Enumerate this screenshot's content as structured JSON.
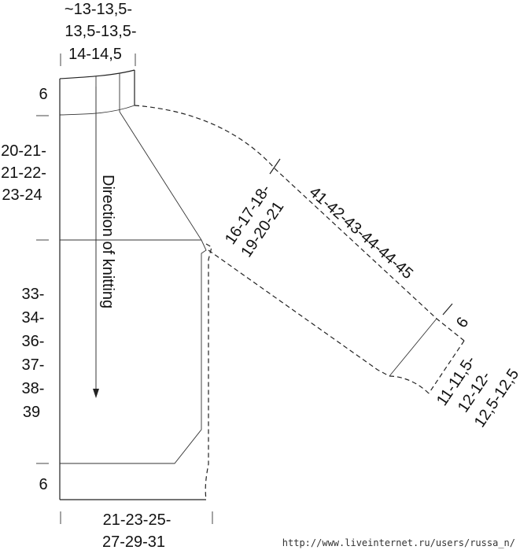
{
  "neck_width": [
    "~13-13,5-",
    "13,5-13,5-",
    "14-14,5"
  ],
  "neck_height": "6",
  "yoke_height": [
    "20-21-",
    "21-22-",
    "23-24"
  ],
  "body_length": [
    "33-",
    "34-",
    "36-",
    "37-",
    "38-",
    "39"
  ],
  "rib_height": "6",
  "bottom_width": [
    "21-23-25-",
    "27-29-31"
  ],
  "direction_label": "Direction of knitting",
  "armhole_depth": [
    "16-17-18-",
    "19-20-21"
  ],
  "sleeve_length": "41-42-43-44-44-45",
  "cuff_height": "6",
  "cuff_width": [
    "11-11,5-",
    "12-12-",
    "12,5-12,5"
  ],
  "watermark": "http://www.liveinternet.ru/users/russa_n/"
}
